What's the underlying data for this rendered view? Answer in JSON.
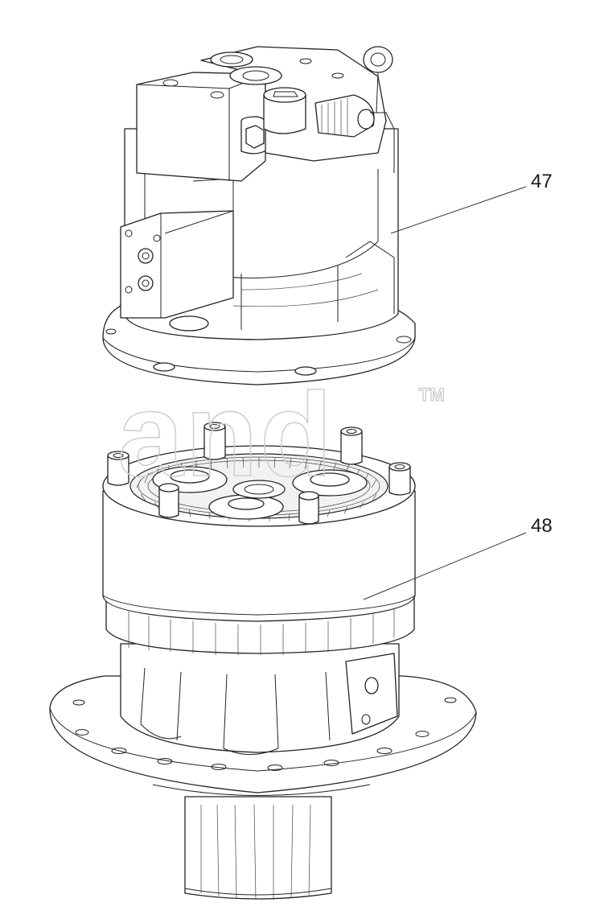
{
  "callouts": {
    "upper": "47",
    "lower": "48"
  },
  "watermark": {
    "text": "and",
    "tm": "TM"
  },
  "colors": {
    "line": "#222222",
    "watermark": "#cfcfcf",
    "background": "#ffffff"
  }
}
